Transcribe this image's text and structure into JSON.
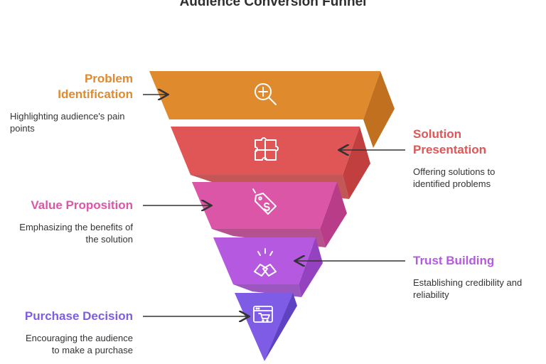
{
  "title": "Audience Conversion Funnel",
  "colors": {
    "problem": "#E08A2E",
    "solution": "#E05555",
    "value": "#DC56A8",
    "trust": "#B55AE0",
    "purchase": "#7F5CE6",
    "arrow": "#333333"
  },
  "stages": [
    {
      "key": "problem",
      "title_line1": "Problem",
      "title_line2": "Identification",
      "desc_line1": "Highlighting audience's pain",
      "desc_line2": "points",
      "icon": "magnifier-plus-icon"
    },
    {
      "key": "solution",
      "title_line1": "Solution",
      "title_line2": "Presentation",
      "desc_line1": "Offering solutions to",
      "desc_line2": "identified problems",
      "icon": "puzzle-icon"
    },
    {
      "key": "value",
      "title_line1": "Value Proposition",
      "title_line2": "",
      "desc_line1": "Emphasizing the benefits of",
      "desc_line2": "the solution",
      "icon": "price-tag-icon"
    },
    {
      "key": "trust",
      "title_line1": "Trust Building",
      "title_line2": "",
      "desc_line1": "Establishing credibility and",
      "desc_line2": "reliability",
      "icon": "handshake-icon"
    },
    {
      "key": "purchase",
      "title_line1": "Purchase Decision",
      "title_line2": "",
      "desc_line1": "Encouraging the audience",
      "desc_line2": "to make a purchase",
      "icon": "shopping-cart-window-icon"
    }
  ]
}
